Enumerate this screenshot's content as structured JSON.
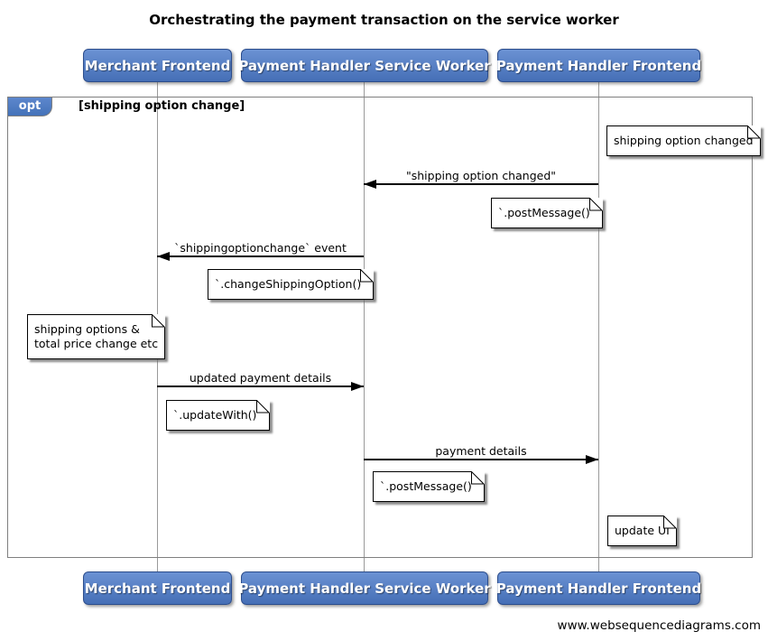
{
  "title": "Orchestrating the payment transaction on the service worker",
  "actors": [
    {
      "label": "Merchant Frontend"
    },
    {
      "label": "Payment Handler Service Worker"
    },
    {
      "label": "Payment Handler Frontend"
    }
  ],
  "opt_frame": {
    "label": "opt",
    "condition": "[shipping option change]"
  },
  "messages": [
    {
      "label": "\"shipping option changed\"",
      "from": "Payment Handler Frontend",
      "to": "Payment Handler Service Worker",
      "direction": "left"
    },
    {
      "label": "`shippingoptionchange` event",
      "from": "Payment Handler Service Worker",
      "to": "Merchant Frontend",
      "direction": "left"
    },
    {
      "label": "updated payment details",
      "from": "Merchant Frontend",
      "to": "Payment Handler Service Worker",
      "direction": "right"
    },
    {
      "label": "payment details",
      "from": "Payment Handler Service Worker",
      "to": "Payment Handler Frontend",
      "direction": "right"
    }
  ],
  "notes": [
    {
      "text": "shipping option changed",
      "over": "Payment Handler Frontend"
    },
    {
      "text": "`.postMessage()`",
      "over": "Payment Handler Frontend"
    },
    {
      "text": "`.changeShippingOption()`",
      "over": "Payment Handler Service Worker"
    },
    {
      "lines": [
        "shipping options &",
        "total price change etc"
      ],
      "over": "Merchant Frontend"
    },
    {
      "text": "`.updateWith()`",
      "over": "Merchant Frontend"
    },
    {
      "text": "`.postMessage()`",
      "over": "Payment Handler Service Worker"
    },
    {
      "text": "update UI",
      "over": "Payment Handler Frontend"
    }
  ],
  "footer": "www.websequencediagrams.com",
  "colors": {
    "actor_fill": "#4d7cc2",
    "actor_border": "#2c4d8c",
    "actor_text": "#ffffff",
    "frame_border": "#7f7f7f",
    "lifeline": "#9a9a9a",
    "note_bg": "#ffffff",
    "note_border": "#000000",
    "arrow": "#000000",
    "text": "#000000"
  }
}
